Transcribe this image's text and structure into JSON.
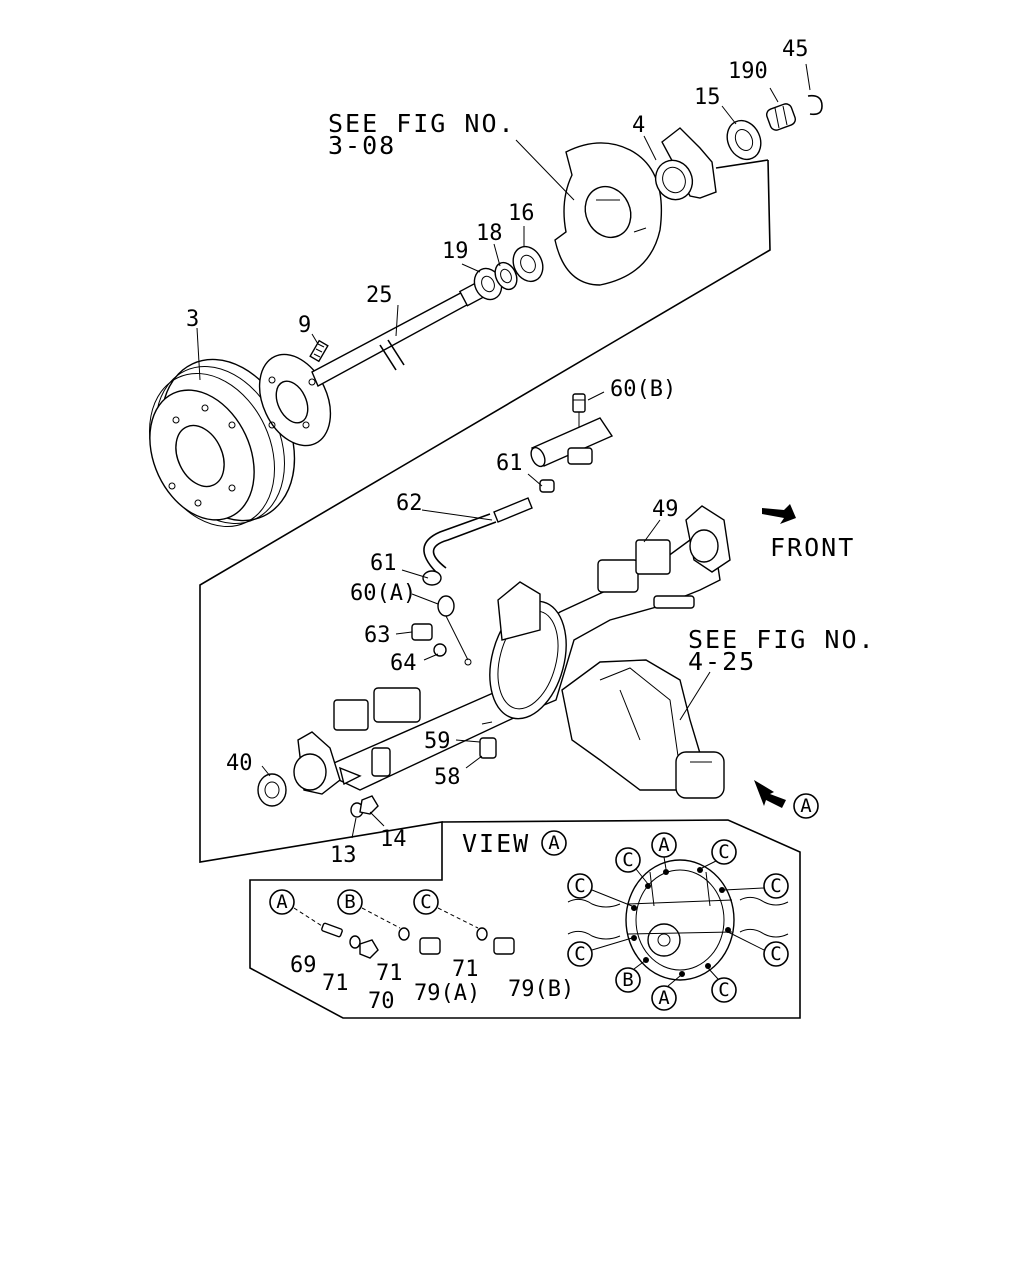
{
  "labels": {
    "p3": "3",
    "p9": "9",
    "p25": "25",
    "p19": "19",
    "p18": "18",
    "p16": "16",
    "p4": "4",
    "p15": "15",
    "p190": "190",
    "p45": "45",
    "p60b": "60(B)",
    "p61a": "61",
    "p62": "62",
    "p49": "49",
    "p61b": "61",
    "p60a": "60(A)",
    "p63": "63",
    "p64": "64",
    "p40": "40",
    "p59": "59",
    "p58": "58",
    "p13": "13",
    "p14": "14",
    "p69": "69",
    "p71a": "71",
    "p70": "70",
    "p71b": "71",
    "p79a": "79(A)",
    "p71c": "71",
    "p79b": "79(B)"
  },
  "refs": {
    "fig308_line1": "SEE FIG NO.",
    "fig308_line2": "3-08",
    "fig425_line1": "SEE FIG NO.",
    "fig425_line2": "4-25",
    "front": "FRONT",
    "view_word": "VIEW"
  },
  "markers": {
    "A": "A",
    "B": "B",
    "C": "C"
  },
  "icons": [
    "front-arrow-icon",
    "view-a-arrow-icon"
  ]
}
